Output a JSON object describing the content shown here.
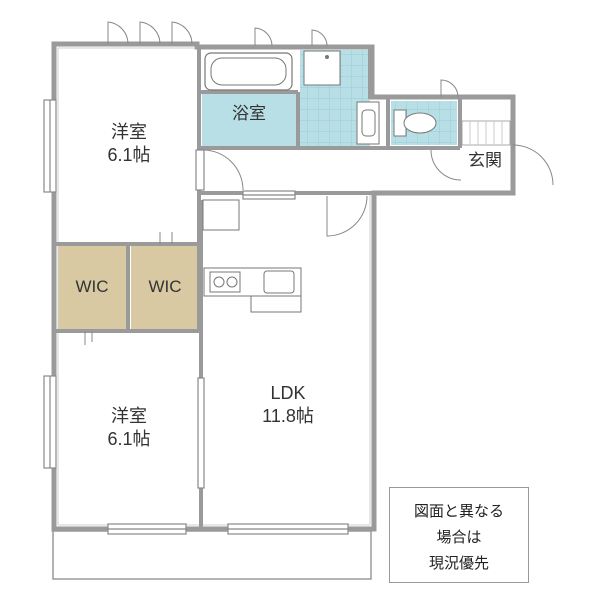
{
  "colors": {
    "wall": "#9a9a9a",
    "wic_fill": "#d8c9a3",
    "bath_fill": "#b9dfe6",
    "tile_line": "#7fbfcc",
    "fixture_line": "#777777"
  },
  "rooms": {
    "western_top": {
      "name": "洋室",
      "size": "6.1帖"
    },
    "western_bottom": {
      "name": "洋室",
      "size": "6.1帖"
    },
    "ldk": {
      "name": "LDK",
      "size": "11.8帖"
    },
    "bath": {
      "name": "浴室"
    },
    "entrance": {
      "name": "玄関"
    },
    "wic_left": {
      "name": "WIC"
    },
    "wic_right": {
      "name": "WIC"
    }
  },
  "note": {
    "lines": [
      "図面と異なる",
      "場合は",
      "現況優先"
    ]
  }
}
